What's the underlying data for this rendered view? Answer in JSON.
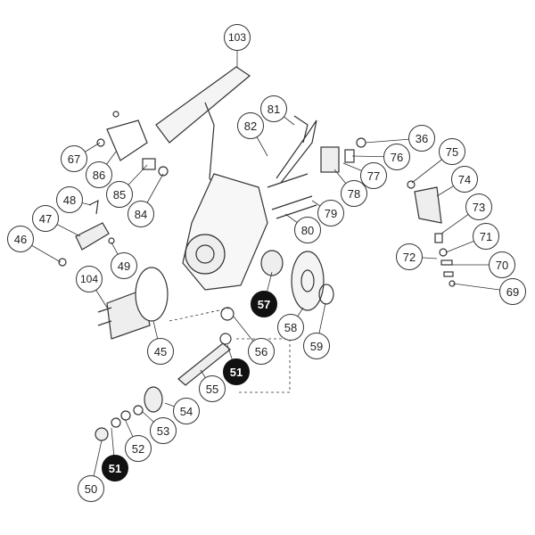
{
  "diagram": {
    "type": "exploded parts diagram",
    "line_color": "#333333",
    "callouts": [
      {
        "number": "103",
        "filled": false
      },
      {
        "number": "81",
        "filled": false
      },
      {
        "number": "82",
        "filled": false
      },
      {
        "number": "36",
        "filled": false
      },
      {
        "number": "76",
        "filled": false
      },
      {
        "number": "77",
        "filled": false
      },
      {
        "number": "78",
        "filled": false
      },
      {
        "number": "75",
        "filled": false
      },
      {
        "number": "74",
        "filled": false
      },
      {
        "number": "73",
        "filled": false
      },
      {
        "number": "71",
        "filled": false
      },
      {
        "number": "72",
        "filled": false
      },
      {
        "number": "70",
        "filled": false
      },
      {
        "number": "69",
        "filled": false
      },
      {
        "number": "67",
        "filled": false
      },
      {
        "number": "86",
        "filled": false
      },
      {
        "number": "85",
        "filled": false
      },
      {
        "number": "84",
        "filled": false
      },
      {
        "number": "48",
        "filled": false
      },
      {
        "number": "47",
        "filled": false
      },
      {
        "number": "46",
        "filled": false
      },
      {
        "number": "49",
        "filled": false
      },
      {
        "number": "104",
        "filled": false
      },
      {
        "number": "79",
        "filled": false
      },
      {
        "number": "80",
        "filled": false
      },
      {
        "number": "57",
        "filled": true
      },
      {
        "number": "58",
        "filled": false
      },
      {
        "number": "59",
        "filled": false
      },
      {
        "number": "56",
        "filled": false
      },
      {
        "number": "51",
        "filled": true
      },
      {
        "number": "55",
        "filled": false
      },
      {
        "number": "54",
        "filled": false
      },
      {
        "number": "53",
        "filled": false
      },
      {
        "number": "52",
        "filled": false
      },
      {
        "number": "51",
        "filled": true
      },
      {
        "number": "50",
        "filled": false
      },
      {
        "number": "45",
        "filled": false
      }
    ]
  }
}
